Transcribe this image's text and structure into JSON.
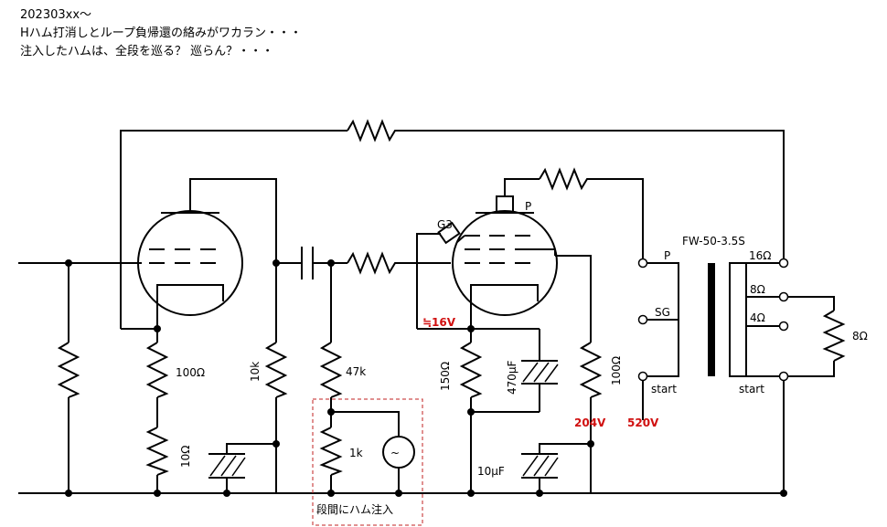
{
  "header": {
    "line1": "202303xx〜",
    "line2": "Hハム打消しとループ負帰還の絡みがワカラン・・・",
    "line3": "注入したハムは、全段を巡る？ 巡らん？・・・"
  },
  "labels": {
    "r_cathode1": "100Ω",
    "r_cathode2": "10Ω",
    "r_plate1": "10k",
    "r_grid2": "47k",
    "r_inject": "1k",
    "inject_caption": "段間にハム注入",
    "v_cathode": "≒16V",
    "r_cathode_out": "150Ω",
    "c_cathode_out": "470μF",
    "r_screen": "100Ω",
    "c_screen": "10μF",
    "v_screen": "204V",
    "v_plate": "520V",
    "g3_label": "G3",
    "p_label_tube": "P",
    "transformer_model": "FW-50-3.5S",
    "tx_p": "P",
    "tx_sg": "SG",
    "tx_start_primary": "start",
    "tx_16": "16Ω",
    "tx_8": "8Ω",
    "tx_4": "4Ω",
    "tx_start_secondary": "start",
    "load": "8Ω",
    "generator": "~"
  }
}
